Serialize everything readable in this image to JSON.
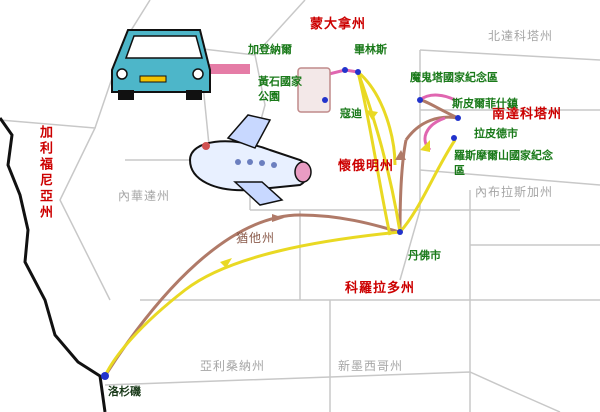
{
  "map": {
    "states_gray": {
      "north_dakota": "北達科塔州",
      "nebraska": "內布拉斯加州",
      "nevada": "內華達州",
      "arizona": "亞利桑納州",
      "new_mexico": "新墨西哥州"
    },
    "states_red": {
      "california": "加利福尼亞州",
      "montana": "蒙大拿州",
      "wyoming": "懷俄明州",
      "south_dakota": "南達科塔州",
      "colorado": "科羅拉多州"
    },
    "states_brown": {
      "utah": "猶他州"
    },
    "cities": {
      "glacier": "加登納爾",
      "yellowstone": "黃石國家公園",
      "billings": "畢林斯",
      "cody": "寇迪",
      "devils_tower": "魔鬼塔國家紀念區",
      "spearfish": "斯皮爾菲什鎮",
      "rapid_city": "拉皮德市",
      "rushmore": "羅斯摩爾山國家紀念區",
      "denver": "丹佛市",
      "los_angeles": "洛杉磯"
    },
    "colors": {
      "route_outbound": "#b07a68",
      "route_return": "#e9d923",
      "label_red": "#cc0000",
      "label_green": "#1a7a1a",
      "state_gray": "#a6a6a6",
      "border": "#c8c8c8",
      "coast": "#111111"
    },
    "icons": [
      "car-icon",
      "airplane-icon"
    ]
  }
}
